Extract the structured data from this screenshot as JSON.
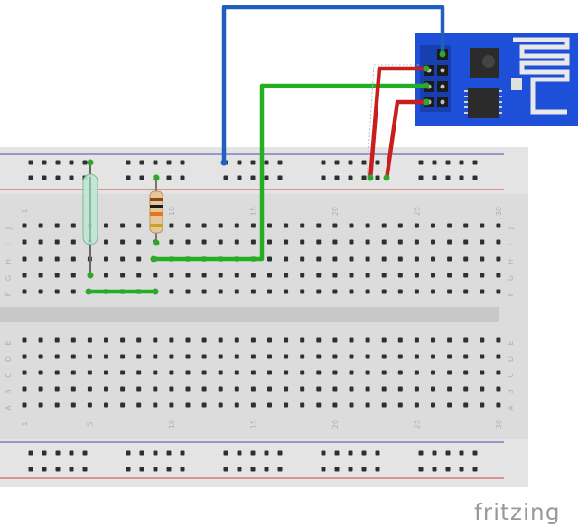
{
  "breadboard": {
    "column_labels_top": [
      "1",
      "5",
      "10",
      "15",
      "20",
      "25",
      "30"
    ],
    "column_labels_bottom": [
      "1",
      "5",
      "10",
      "15",
      "20",
      "25",
      "30"
    ],
    "row_labels_top": [
      "J",
      "I",
      "H",
      "G",
      "F"
    ],
    "row_labels_bottom": [
      "E",
      "D",
      "C",
      "B",
      "A"
    ]
  },
  "components": [
    {
      "name": "reed-switch",
      "label": ""
    },
    {
      "name": "resistor",
      "label": ""
    },
    {
      "name": "esp8266-module",
      "label": ""
    }
  ],
  "wires": [
    {
      "name": "blue-wire",
      "color": "#1f5fbf"
    },
    {
      "name": "green-wire",
      "color": "#22b022"
    },
    {
      "name": "red-wire",
      "color": "#c81e1e"
    },
    {
      "name": "green-jumper",
      "color": "#22b022"
    }
  ],
  "branding": {
    "text": "fritzing"
  }
}
